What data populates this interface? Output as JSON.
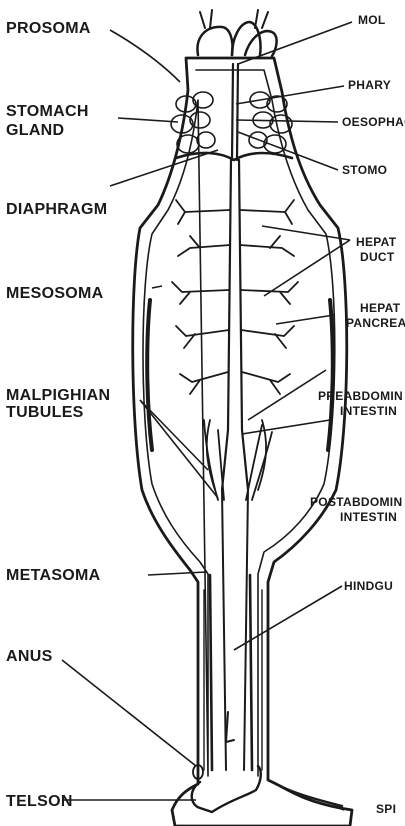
{
  "labels": {
    "prosoma": "PROSOMA",
    "stomach_gland_1": "STOMACH",
    "stomach_gland_2": "GLAND",
    "diaphragm": "DIAPHRAGM",
    "mesosoma": "MESOSOMA",
    "malpighian_1": "MALPIGHIAN",
    "malpighian_2": "TUBULES",
    "metasoma": "METASOMA",
    "anus": "ANUS",
    "telson": "TELSON",
    "mouth": "MOL",
    "pharynx": "PHARY",
    "oesophagus": "OESOPHAG",
    "stomach": "STOMO",
    "hepatic_duct_1": "HEPAT",
    "hepatic_duct_2": "DUCT",
    "hepatopancreas_1": "HEPAT",
    "hepatopancreas_2": "PANCREA",
    "preabdominal_1": "PREABDOMIN",
    "preabdominal_2": "INTESTIN",
    "postabdominal_1": "POSTABDOMIN",
    "postabdominal_2": "INTESTIN",
    "hindgut": "HINDGU",
    "sting": "SPI"
  }
}
